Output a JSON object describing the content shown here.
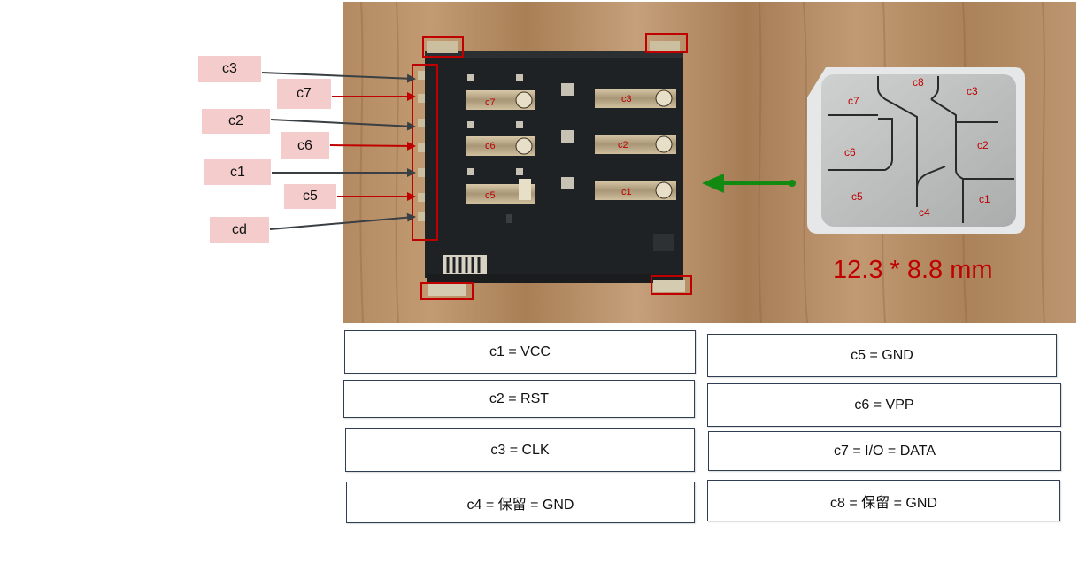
{
  "pin_labels": {
    "c3": "c3",
    "c7": "c7",
    "c2": "c2",
    "c6": "c6",
    "c1": "c1",
    "c5": "c5",
    "cd": "cd"
  },
  "socket_contacts": {
    "left": [
      "c7",
      "c6",
      "c5"
    ],
    "right": [
      "c3",
      "c2",
      "c1"
    ]
  },
  "sim_contacts": {
    "c7": "c7",
    "c8": "c8",
    "c3": "c3",
    "c6": "c6",
    "c2": "c2",
    "c5": "c5",
    "c4": "c4",
    "c1": "c1"
  },
  "sim_size": "12.3 * 8.8 mm",
  "definitions": {
    "c1": "c1 = VCC",
    "c2": "c2 = RST",
    "c3": "c3  =  CLK",
    "c4": "c4 = 保留  =  GND",
    "c5": "c5 = GND",
    "c6": "c6 = VPP",
    "c7": "c7 = I/O = DATA",
    "c8": "c8 = 保留  =  GND"
  },
  "colors": {
    "label_bg": "#f4cccc",
    "red_arrow": "#c00000",
    "dark_arrow": "#3a3f44",
    "green_arrow": "#128a12",
    "highlight_box": "#c00000",
    "size_text": "#c00000"
  }
}
